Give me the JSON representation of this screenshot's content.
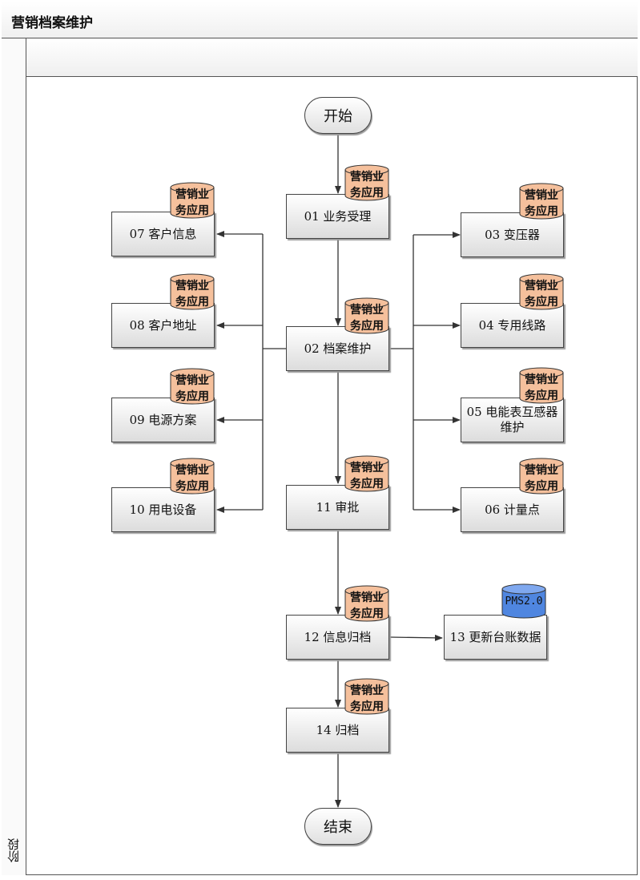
{
  "title": "营销档案维护",
  "lane_label": "阶段",
  "start_label": "开始",
  "end_label": "结束",
  "db_label_line1": "营销业",
  "db_label_line2": "务应用",
  "pms_label": "PMS2.0",
  "nodes": {
    "n01": "01 业务受理",
    "n02": "02 档案维护",
    "n03": "03 变压器",
    "n04": "04 专用线路",
    "n05": "05 电能表互感器维护",
    "n06": "06 计量点",
    "n07": "07 客户信息",
    "n08": "08 客户地址",
    "n09": "09 电源方案",
    "n10": "10 用电设备",
    "n11": "11 审批",
    "n12": "12 信息归档",
    "n13": "13 更新台账数据",
    "n14": "14 归档"
  },
  "colors": {
    "db_fill": "#f5c09c",
    "pms_fill": "#4f86e0"
  }
}
